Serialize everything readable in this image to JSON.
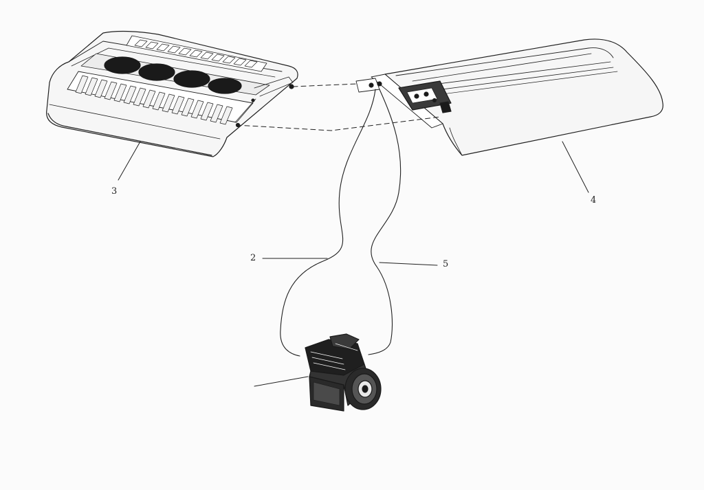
{
  "colors": {
    "line": "#1f1f1f",
    "fill_light": "#f4f4f4",
    "fill_dark": "#1a1a1a",
    "background": "#fbfbfb"
  },
  "callouts": {
    "part_2": "2",
    "part_3": "3",
    "part_4": "4",
    "part_5": "5"
  },
  "parts": [
    {
      "id": "3",
      "name": "condenser-unit"
    },
    {
      "id": "4",
      "name": "evaporator-unit"
    },
    {
      "id": "2",
      "name": "refrigerant-hose"
    },
    {
      "id": "5",
      "name": "refrigerant-hose"
    },
    {
      "id": "",
      "name": "compressor"
    }
  ]
}
